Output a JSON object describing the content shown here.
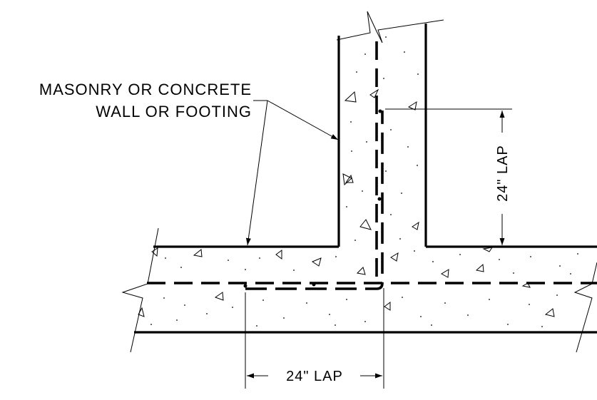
{
  "callout": {
    "line1": "MASONRY OR CONCRETE",
    "line2": "WALL OR FOOTING"
  },
  "dimensions": {
    "vertical_lap": "24\" LAP",
    "horizontal_lap": "24\" LAP"
  }
}
